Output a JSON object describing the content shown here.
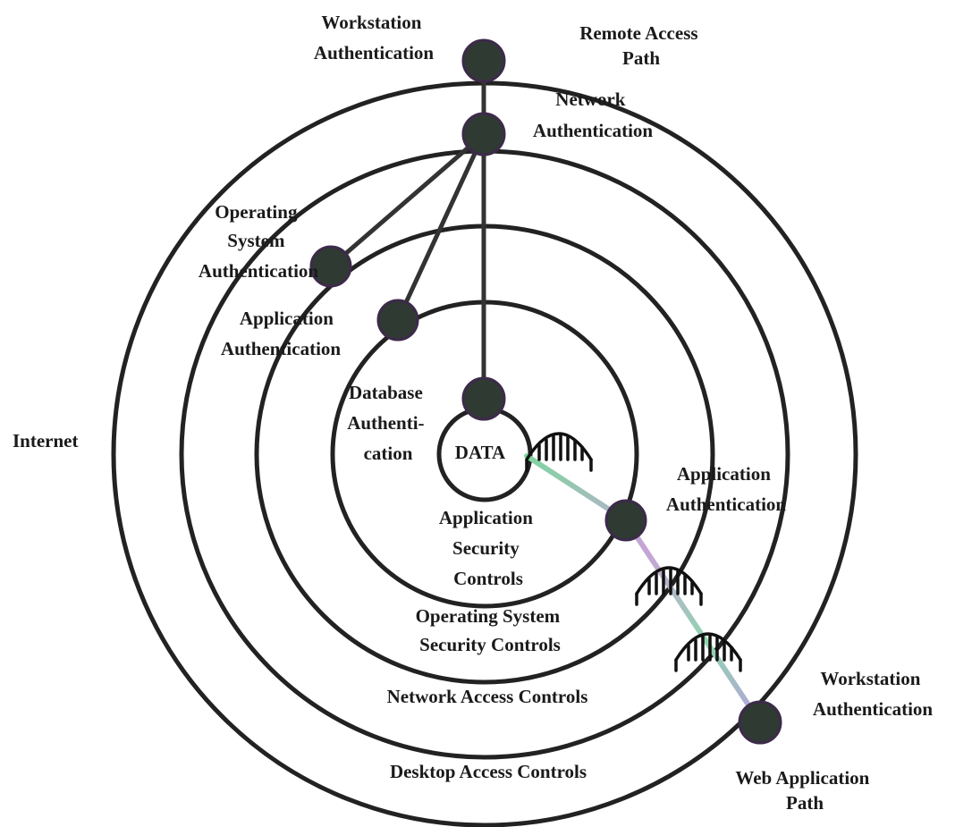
{
  "labels": {
    "workstation_auth_top": [
      "Workstation",
      "Authentication"
    ],
    "remote_access_path": [
      "Remote Access",
      "Path"
    ],
    "network_auth": [
      "Network",
      "Authentication"
    ],
    "os_auth": [
      "Operating",
      "System",
      "Authentication"
    ],
    "app_auth_left": [
      "Application",
      "Authentication"
    ],
    "internet": "Internet",
    "database_auth": [
      "Database",
      "Authenti-",
      "cation"
    ],
    "data": "DATA",
    "app_auth_right": [
      "Application",
      "Authentication"
    ],
    "app_security_controls": [
      "Application",
      "Security",
      "Controls"
    ],
    "os_security_controls": [
      "Operating System",
      "Security Controls"
    ],
    "network_access_controls": "Network Access Controls",
    "workstation_auth_bottom": [
      "Workstation",
      "Authentication"
    ],
    "desktop_access_controls": "Desktop Access Controls",
    "web_application_path": [
      "Web Application",
      "Path"
    ]
  },
  "colors": {
    "ring": "#222222",
    "node": "#2f3a33",
    "web_path_gradient": [
      "#7fd6a0",
      "#c9a2d8",
      "#9fd0e8"
    ]
  },
  "icons": {
    "bridge": "bridge-arch-icon"
  }
}
